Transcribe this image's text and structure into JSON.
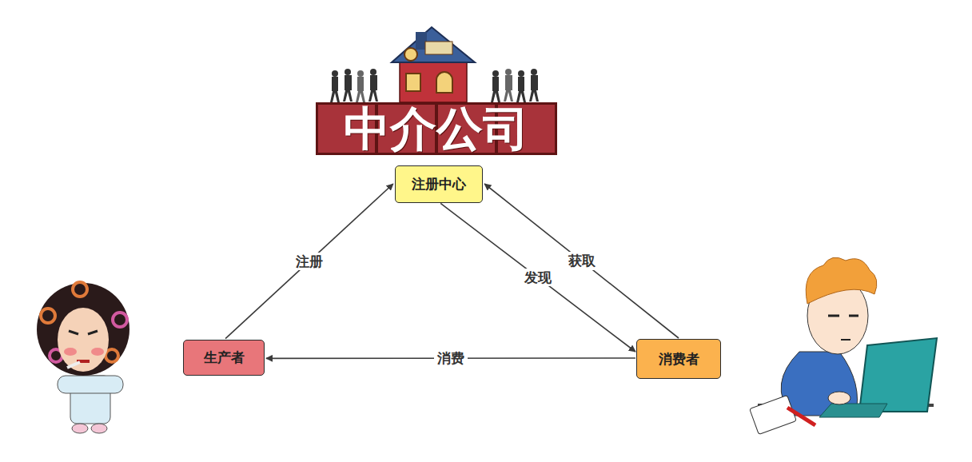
{
  "diagram": {
    "nodes": [
      {
        "text": [
          "注册中心"
        ]
      },
      {
        "text": [
          "生产者"
        ]
      },
      {
        "text": [
          "消费者"
        ]
      }
    ],
    "edges": [
      {
        "from": 1,
        "to": 0,
        "label": "注册",
        "arrow": "to"
      },
      {
        "from": 0,
        "to": 2,
        "label": "发现",
        "arrow": "to"
      },
      {
        "from": 2,
        "to": 0,
        "label": "获取",
        "arrow": "to"
      },
      {
        "from": 2,
        "to": 1,
        "label": "消费",
        "arrow": "to"
      }
    ],
    "labels": [
      "中介公司"
    ]
  }
}
